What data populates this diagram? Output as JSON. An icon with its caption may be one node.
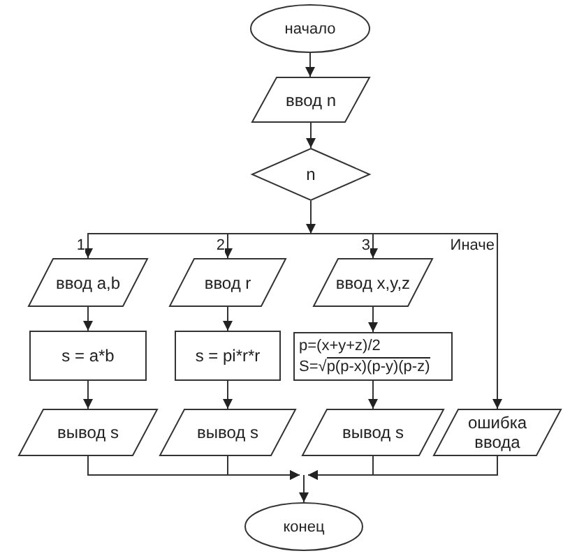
{
  "diagram": {
    "nodes": [
      {
        "text": [
          "начало"
        ]
      },
      {
        "text": [
          "ввод n"
        ]
      },
      {
        "text": [
          "n"
        ]
      },
      {
        "text": [
          "ввод a,b"
        ]
      },
      {
        "text": [
          "ввод r"
        ]
      },
      {
        "text": [
          "ввод x,y,z"
        ]
      },
      {
        "text": [
          "s = a*b"
        ]
      },
      {
        "text": [
          "s = pi*r*r"
        ]
      },
      {
        "text": [
          "p=(x+y+z)/2",
          "S=√p(p-x)(p-y)(p-z)"
        ]
      },
      {
        "text": [
          "вывод s"
        ]
      },
      {
        "text": [
          "вывод s"
        ]
      },
      {
        "text": [
          "вывод s"
        ]
      },
      {
        "text": [
          "ошибка ввода"
        ]
      },
      {
        "text": [
          "конец"
        ]
      }
    ],
    "edges": [
      {
        "from": 0,
        "to": 1,
        "arrow": "to"
      },
      {
        "from": 1,
        "to": 2,
        "arrow": "to"
      },
      {
        "from": 2,
        "to": 3,
        "arrow": "to",
        "label": "1"
      },
      {
        "from": 2,
        "to": 4,
        "arrow": "to",
        "label": "2"
      },
      {
        "from": 2,
        "to": 5,
        "arrow": "to",
        "label": "3"
      },
      {
        "from": 2,
        "to": 12,
        "arrow": "to",
        "label": "Иначе"
      },
      {
        "from": 3,
        "to": 6,
        "arrow": "to"
      },
      {
        "from": 4,
        "to": 7,
        "arrow": "to"
      },
      {
        "from": 5,
        "to": 8,
        "arrow": "to"
      },
      {
        "from": 6,
        "to": 9,
        "arrow": "to"
      },
      {
        "from": 7,
        "to": 10,
        "arrow": "to"
      },
      {
        "from": 8,
        "to": 11,
        "arrow": "to"
      },
      {
        "from": 9,
        "to": 13,
        "arrow": "to"
      },
      {
        "from": 10,
        "to": 13,
        "arrow": "to"
      },
      {
        "from": 11,
        "to": 13,
        "arrow": "to"
      },
      {
        "from": 12,
        "to": 13,
        "arrow": "to"
      }
    ]
  }
}
